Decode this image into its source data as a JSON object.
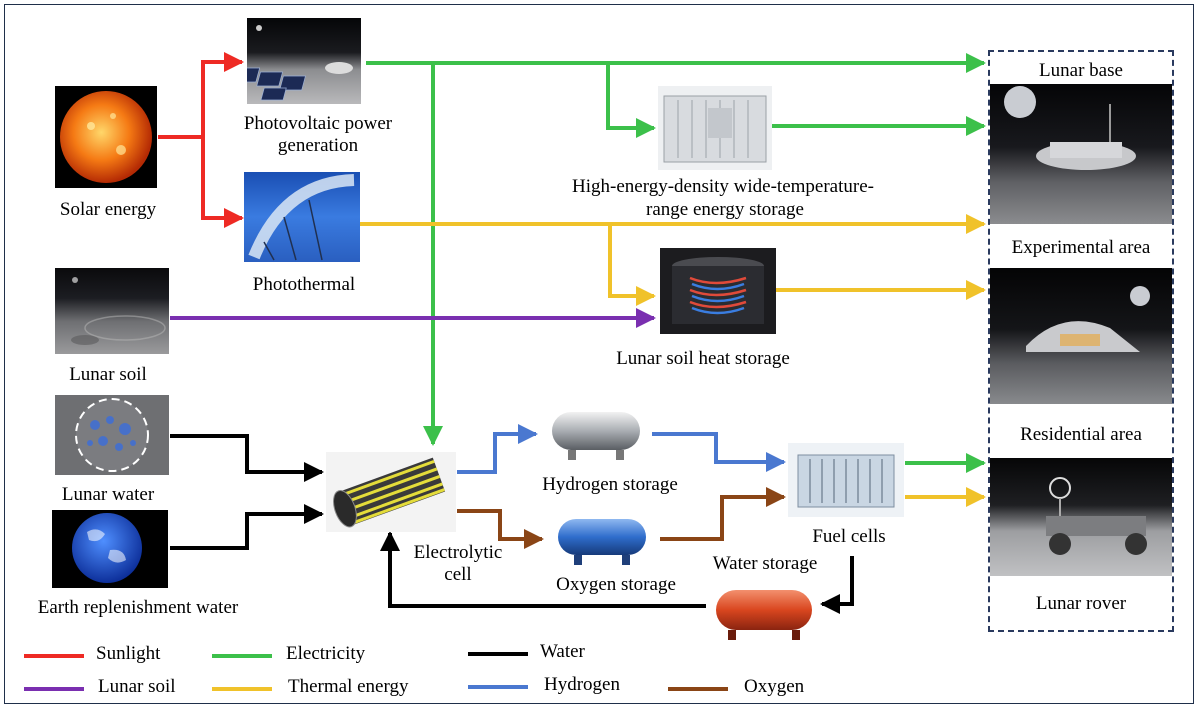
{
  "colors": {
    "sunlight": "#ee2a24",
    "electricity": "#3cc04a",
    "thermal": "#f0c22a",
    "lunar_soil": "#7a2fb0",
    "water": "#000000",
    "hydrogen": "#4a78d0",
    "oxygen": "#8a4516"
  },
  "labels": {
    "solar": "Solar energy",
    "pv": "Photovoltaic power generation",
    "photothermal": "Photothermal",
    "storage_line1": "High-energy-density wide-temperature-",
    "storage_line2": "range energy storage",
    "soil_heat": "Lunar soil heat storage",
    "lunar_soil": "Lunar soil",
    "lunar_water": "Lunar water",
    "earth_water": "Earth replenishment water",
    "electrolytic": "Electrolytic cell",
    "hydrogen_storage": "Hydrogen storage",
    "oxygen_storage": "Oxygen storage",
    "fuel_cells": "Fuel cells",
    "water_storage": "Water storage",
    "lunar_base": "Lunar base",
    "experimental": "Experimental area",
    "residential": "Residential area",
    "lunar_rover": "Lunar rover"
  },
  "legend": [
    {
      "label": "Sunlight",
      "color": "#ee2a24"
    },
    {
      "label": "Electricity",
      "color": "#3cc04a"
    },
    {
      "label": "Water",
      "color": "#000000"
    },
    {
      "label": "Lunar soil",
      "color": "#7a2fb0"
    },
    {
      "label": "Thermal energy",
      "color": "#f0c22a"
    },
    {
      "label": "Hydrogen",
      "color": "#4a78d0"
    },
    {
      "label": "Oxygen",
      "color": "#8a4516"
    }
  ]
}
